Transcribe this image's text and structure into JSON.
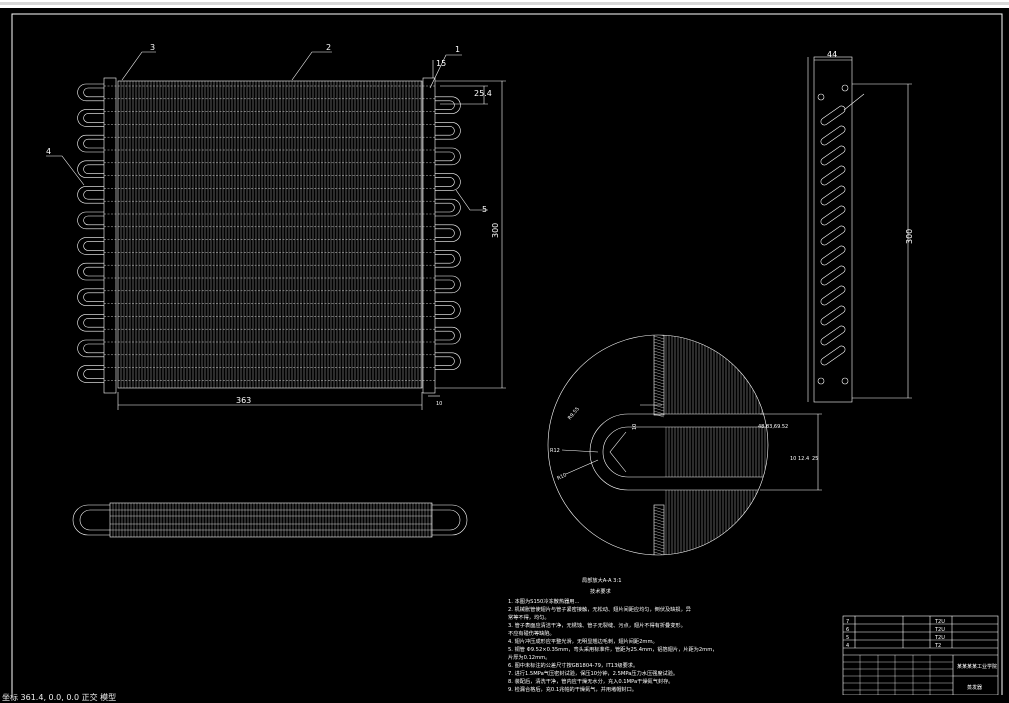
{
  "drawing": {
    "callouts": [
      "1",
      "2",
      "3",
      "4",
      "5"
    ],
    "dimensions": {
      "front_width": "363",
      "front_height": "300",
      "fin_offset": "15",
      "tube_pitch": "25.4",
      "right_small_bottom": "10",
      "side_width": "44",
      "side_height": "300",
      "detail_a": "10",
      "detail_b": "48.83,69.52",
      "detail_c": "R9.55",
      "detail_d": "R12",
      "detail_e": "R10",
      "detail_f": "10",
      "detail_g": "12.4",
      "detail_h": "25"
    },
    "detail_title": "局部放大A-A  3:1",
    "notes_title": "技术要求",
    "notes": [
      "1. 本图为S150冷冻散热器用...",
      "2. 机械胀管使翅片与管子紧密接触，无松动、翅片间距应均匀，倒伏及缺损，异",
      "   常等不得，均匀。",
      "3. 管子表面应清洁干净，无锈蚀、管子无裂缝、污点，翅片不得有折叠变形。",
      "   不应有碰伤等缺陷。",
      "4. 翅片冲压成形应平整光滑，无明显翘边毛刺，翅片间距2mm。",
      "5. 铜管 Φ9.52×0.35mm，弯头采用标准件，管距为25.4mm，铝箔翅片，片距为2mm，",
      "   片厚为0.12mm。",
      "6. 图中未标注的公差尺寸按GB1804-79，IT13级要求。",
      "7. 进行1.5MPa气压密封试验，保压10分钟，2.5MPa压力水压强度试验。",
      "8. 装配后，清洗干净，管内应干燥无水分，充入0.1MPa干燥氮气封存。",
      "9. 检漏合格后，充0.1兆帕的干燥氮气，并用堵帽封口。"
    ],
    "title_block": {
      "school": "某某某某工业学院",
      "drawing_name": "蒸发器",
      "row_labels": [
        "7",
        "6",
        "5",
        "4"
      ],
      "row_materials": [
        "T2U",
        "T2U",
        "T2U",
        "T2"
      ]
    }
  },
  "status": {
    "text": "坐标  361.4, 0.0, 0.0  正交  模型"
  }
}
